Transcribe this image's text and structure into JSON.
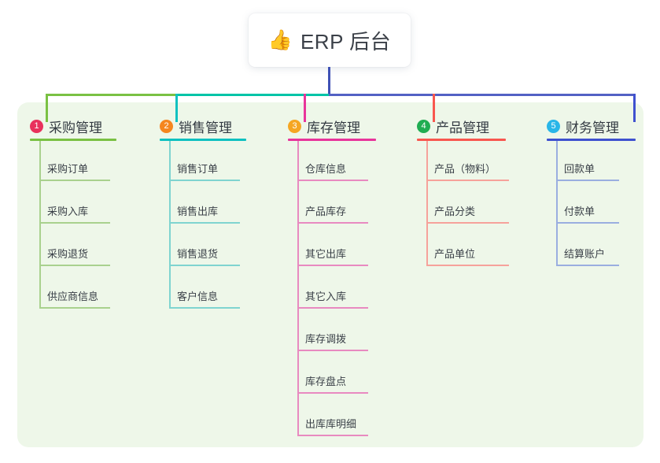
{
  "root": {
    "icon": "thumbs-up-emoji",
    "emoji": "👍",
    "title": "ERP 后台"
  },
  "palette": {
    "panel_bg": "#eef7e9",
    "page_bg": "#ffffff",
    "stem": "#3f51b5",
    "bar_left": "#7ac143",
    "bar_mid": "#00c4a7",
    "bar_right": "#5361c4",
    "text": "#333a42"
  },
  "columns": [
    {
      "index": "1",
      "title": "采购管理",
      "badge_color": "#e8315c",
      "line_color": "#7ac143",
      "leaf_line_color": "#a9d18e",
      "items": [
        {
          "label": "采购订单"
        },
        {
          "label": "采购入库"
        },
        {
          "label": "采购退货"
        },
        {
          "label": "供应商信息"
        }
      ]
    },
    {
      "index": "2",
      "title": "销售管理",
      "badge_color": "#f5861f",
      "line_color": "#0fc1c0",
      "leaf_line_color": "#7fd4d0",
      "items": [
        {
          "label": "销售订单"
        },
        {
          "label": "销售出库"
        },
        {
          "label": "销售退货"
        },
        {
          "label": "客户信息"
        }
      ]
    },
    {
      "index": "3",
      "title": "库存管理",
      "badge_color": "#f5a623",
      "line_color": "#e8359b",
      "leaf_line_color": "#e88ac0",
      "items": [
        {
          "label": "仓库信息"
        },
        {
          "label": "产品库存"
        },
        {
          "label": "其它出库"
        },
        {
          "label": "其它入库"
        },
        {
          "label": "库存调拨"
        },
        {
          "label": "库存盘点"
        },
        {
          "label": "出库库明细"
        }
      ]
    },
    {
      "index": "4",
      "title": "产品管理",
      "badge_color": "#20ad52",
      "line_color": "#f8574f",
      "leaf_line_color": "#f6a29b",
      "items": [
        {
          "label": "产品（物料）"
        },
        {
          "label": "产品分类"
        },
        {
          "label": "产品单位"
        }
      ]
    },
    {
      "index": "5",
      "title": "财务管理",
      "badge_color": "#29b6e8",
      "line_color": "#3f51cf",
      "leaf_line_color": "#9aaee0",
      "items": [
        {
          "label": "回款单"
        },
        {
          "label": "付款单"
        },
        {
          "label": "结算账户"
        }
      ]
    }
  ]
}
